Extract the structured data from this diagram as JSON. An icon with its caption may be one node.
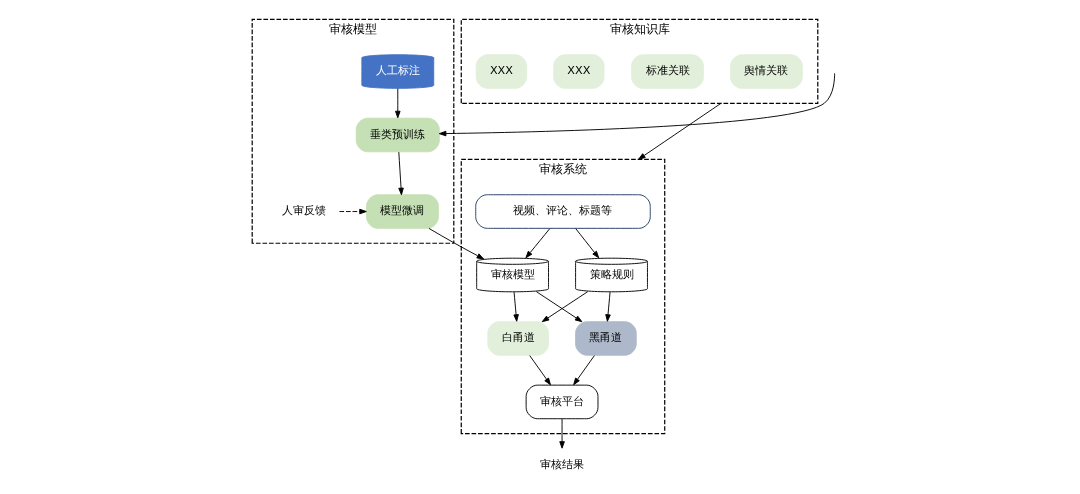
{
  "diagram": {
    "nodes": [
      {
        "text": [
          "审核模型"
        ]
      },
      {
        "text": [
          "人工标注"
        ],
        "in": 0
      },
      {
        "text": [
          "垂类预训练"
        ],
        "in": 0
      },
      {
        "text": [
          "模型微调"
        ],
        "in": 0
      },
      {
        "text": [
          "人审反馈"
        ],
        "in": 0
      },
      {
        "text": [
          "审核系统"
        ]
      },
      {
        "text": [
          "视频、评论、标题等"
        ],
        "in": 5
      },
      {
        "text": [
          "审核模型"
        ],
        "in": 5
      },
      {
        "text": [
          "策略规则"
        ],
        "in": 5
      },
      {
        "text": [
          "白甬道"
        ],
        "in": 5
      },
      {
        "text": [
          "黑甬道"
        ],
        "in": 5
      },
      {
        "text": [
          "审核平台"
        ],
        "in": 5
      },
      {
        "text": [
          "审核结果"
        ]
      },
      {
        "text": [
          "审核知识库"
        ]
      },
      {
        "text": [
          "舆情关联"
        ],
        "in": 13
      },
      {
        "text": [
          "标准关联"
        ],
        "in": 13
      },
      {
        "text": [
          "XXX"
        ],
        "in": 13
      },
      {
        "text": [
          "XXX"
        ],
        "in": 13
      }
    ],
    "edges": [
      {
        "from": null,
        "to": 2,
        "arrow": "to"
      },
      {
        "from": 1,
        "to": 2,
        "arrow": "to"
      },
      {
        "from": 2,
        "to": 3,
        "arrow": "to"
      },
      {
        "from": 4,
        "to": 3,
        "arrow": "to",
        "style": "dashed"
      },
      {
        "from": 3,
        "to": 7,
        "arrow": "to"
      },
      {
        "from": 6,
        "to": 7,
        "arrow": "to"
      },
      {
        "from": 6,
        "to": 8,
        "arrow": "to"
      },
      {
        "from": 7,
        "to": 9,
        "arrow": "to"
      },
      {
        "from": 7,
        "to": 10,
        "arrow": "to"
      },
      {
        "from": 8,
        "to": 9,
        "arrow": "to"
      },
      {
        "from": 8,
        "to": 10,
        "arrow": "to"
      },
      {
        "from": 9,
        "to": 11,
        "arrow": "to"
      },
      {
        "from": 10,
        "to": 11,
        "arrow": "to"
      },
      {
        "from": 11,
        "to": 12,
        "arrow": "to"
      },
      {
        "from": 13,
        "to": 5,
        "arrow": "to"
      }
    ]
  }
}
